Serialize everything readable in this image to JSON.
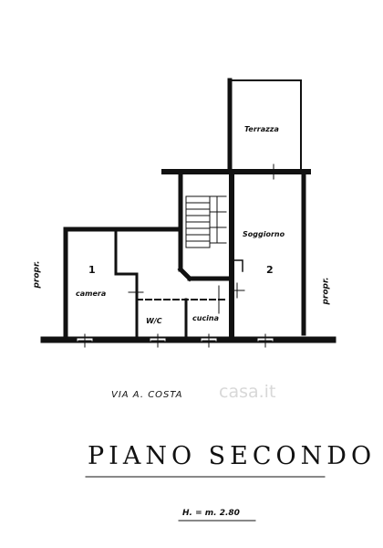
{
  "rooms": {
    "terrazza": "Terrazza",
    "soggiorno": "Soggiorno",
    "camera": "camera",
    "wc": "W/C",
    "cucina": "cucina"
  },
  "room_numbers": {
    "camera": "1",
    "soggiorno": "2"
  },
  "side_labels": {
    "left": "propr.",
    "right": "propr."
  },
  "street": "VIA   A. COSTA",
  "title": "PIANO SECONDO",
  "height_label": "H. = m. 2.80",
  "watermark": "casa.it"
}
